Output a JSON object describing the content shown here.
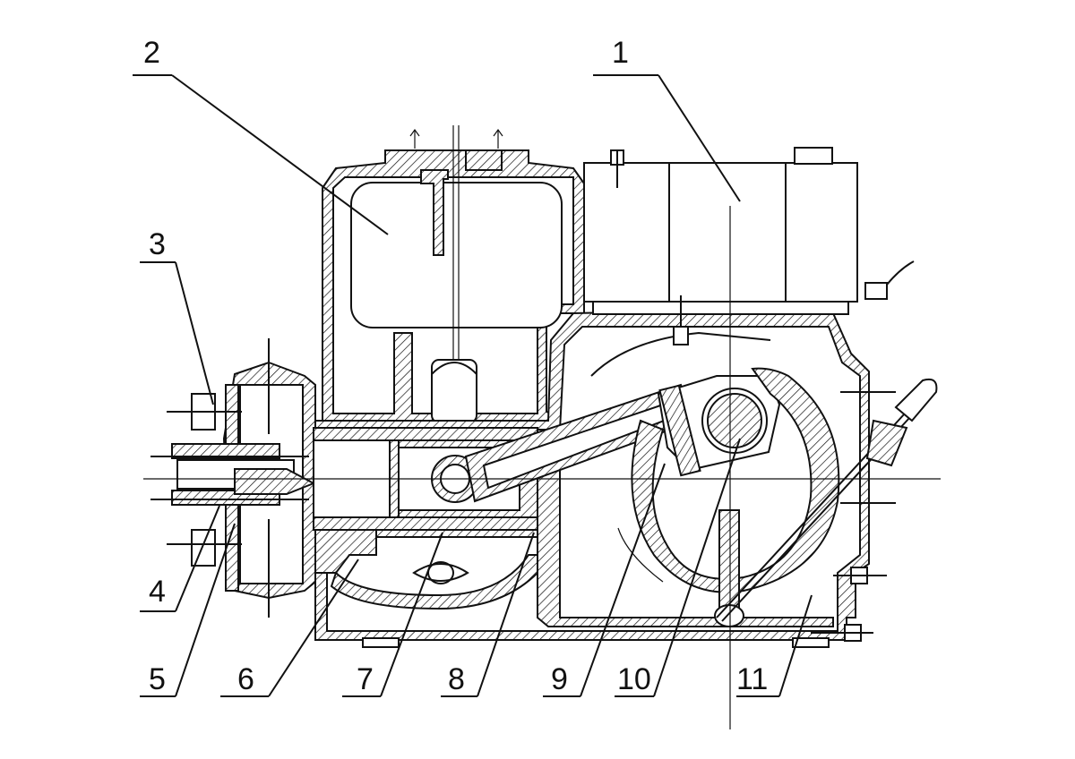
{
  "callouts": [
    {
      "id": "1",
      "label": "1"
    },
    {
      "id": "2",
      "label": "2"
    },
    {
      "id": "3",
      "label": "3"
    },
    {
      "id": "4",
      "label": "4"
    },
    {
      "id": "5",
      "label": "5"
    },
    {
      "id": "6",
      "label": "6"
    },
    {
      "id": "7",
      "label": "7"
    },
    {
      "id": "8",
      "label": "8"
    },
    {
      "id": "9",
      "label": "9"
    },
    {
      "id": "10",
      "label": "10"
    },
    {
      "id": "11",
      "label": "11"
    }
  ],
  "colors": {
    "line": "#111111",
    "background": "#ffffff"
  }
}
